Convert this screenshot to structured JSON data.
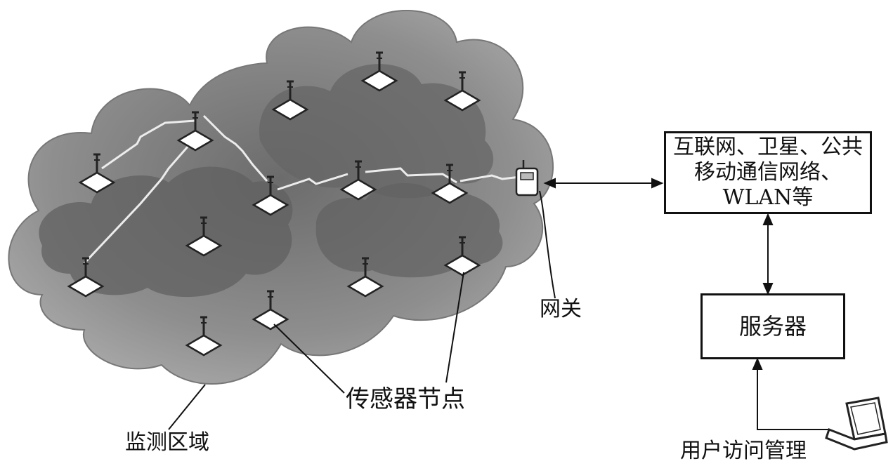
{
  "network_box": {
    "line1": "互联网、卫星、公共",
    "line2": "移动通信网络、",
    "line3": "WLAN等"
  },
  "server_box": {
    "label": "服务器"
  },
  "labels": {
    "gateway": "网关",
    "sensor_node": "传感器节点",
    "monitoring_area": "监测区域",
    "user_management": "用户访问管理"
  },
  "colors": {
    "cloud_outer": "#9a9a9a",
    "cloud_mid": "#7a7a7a",
    "cloud_dark": "#5e5e5e",
    "node_fill": "#ffffff",
    "link": "#e8e8e8"
  }
}
